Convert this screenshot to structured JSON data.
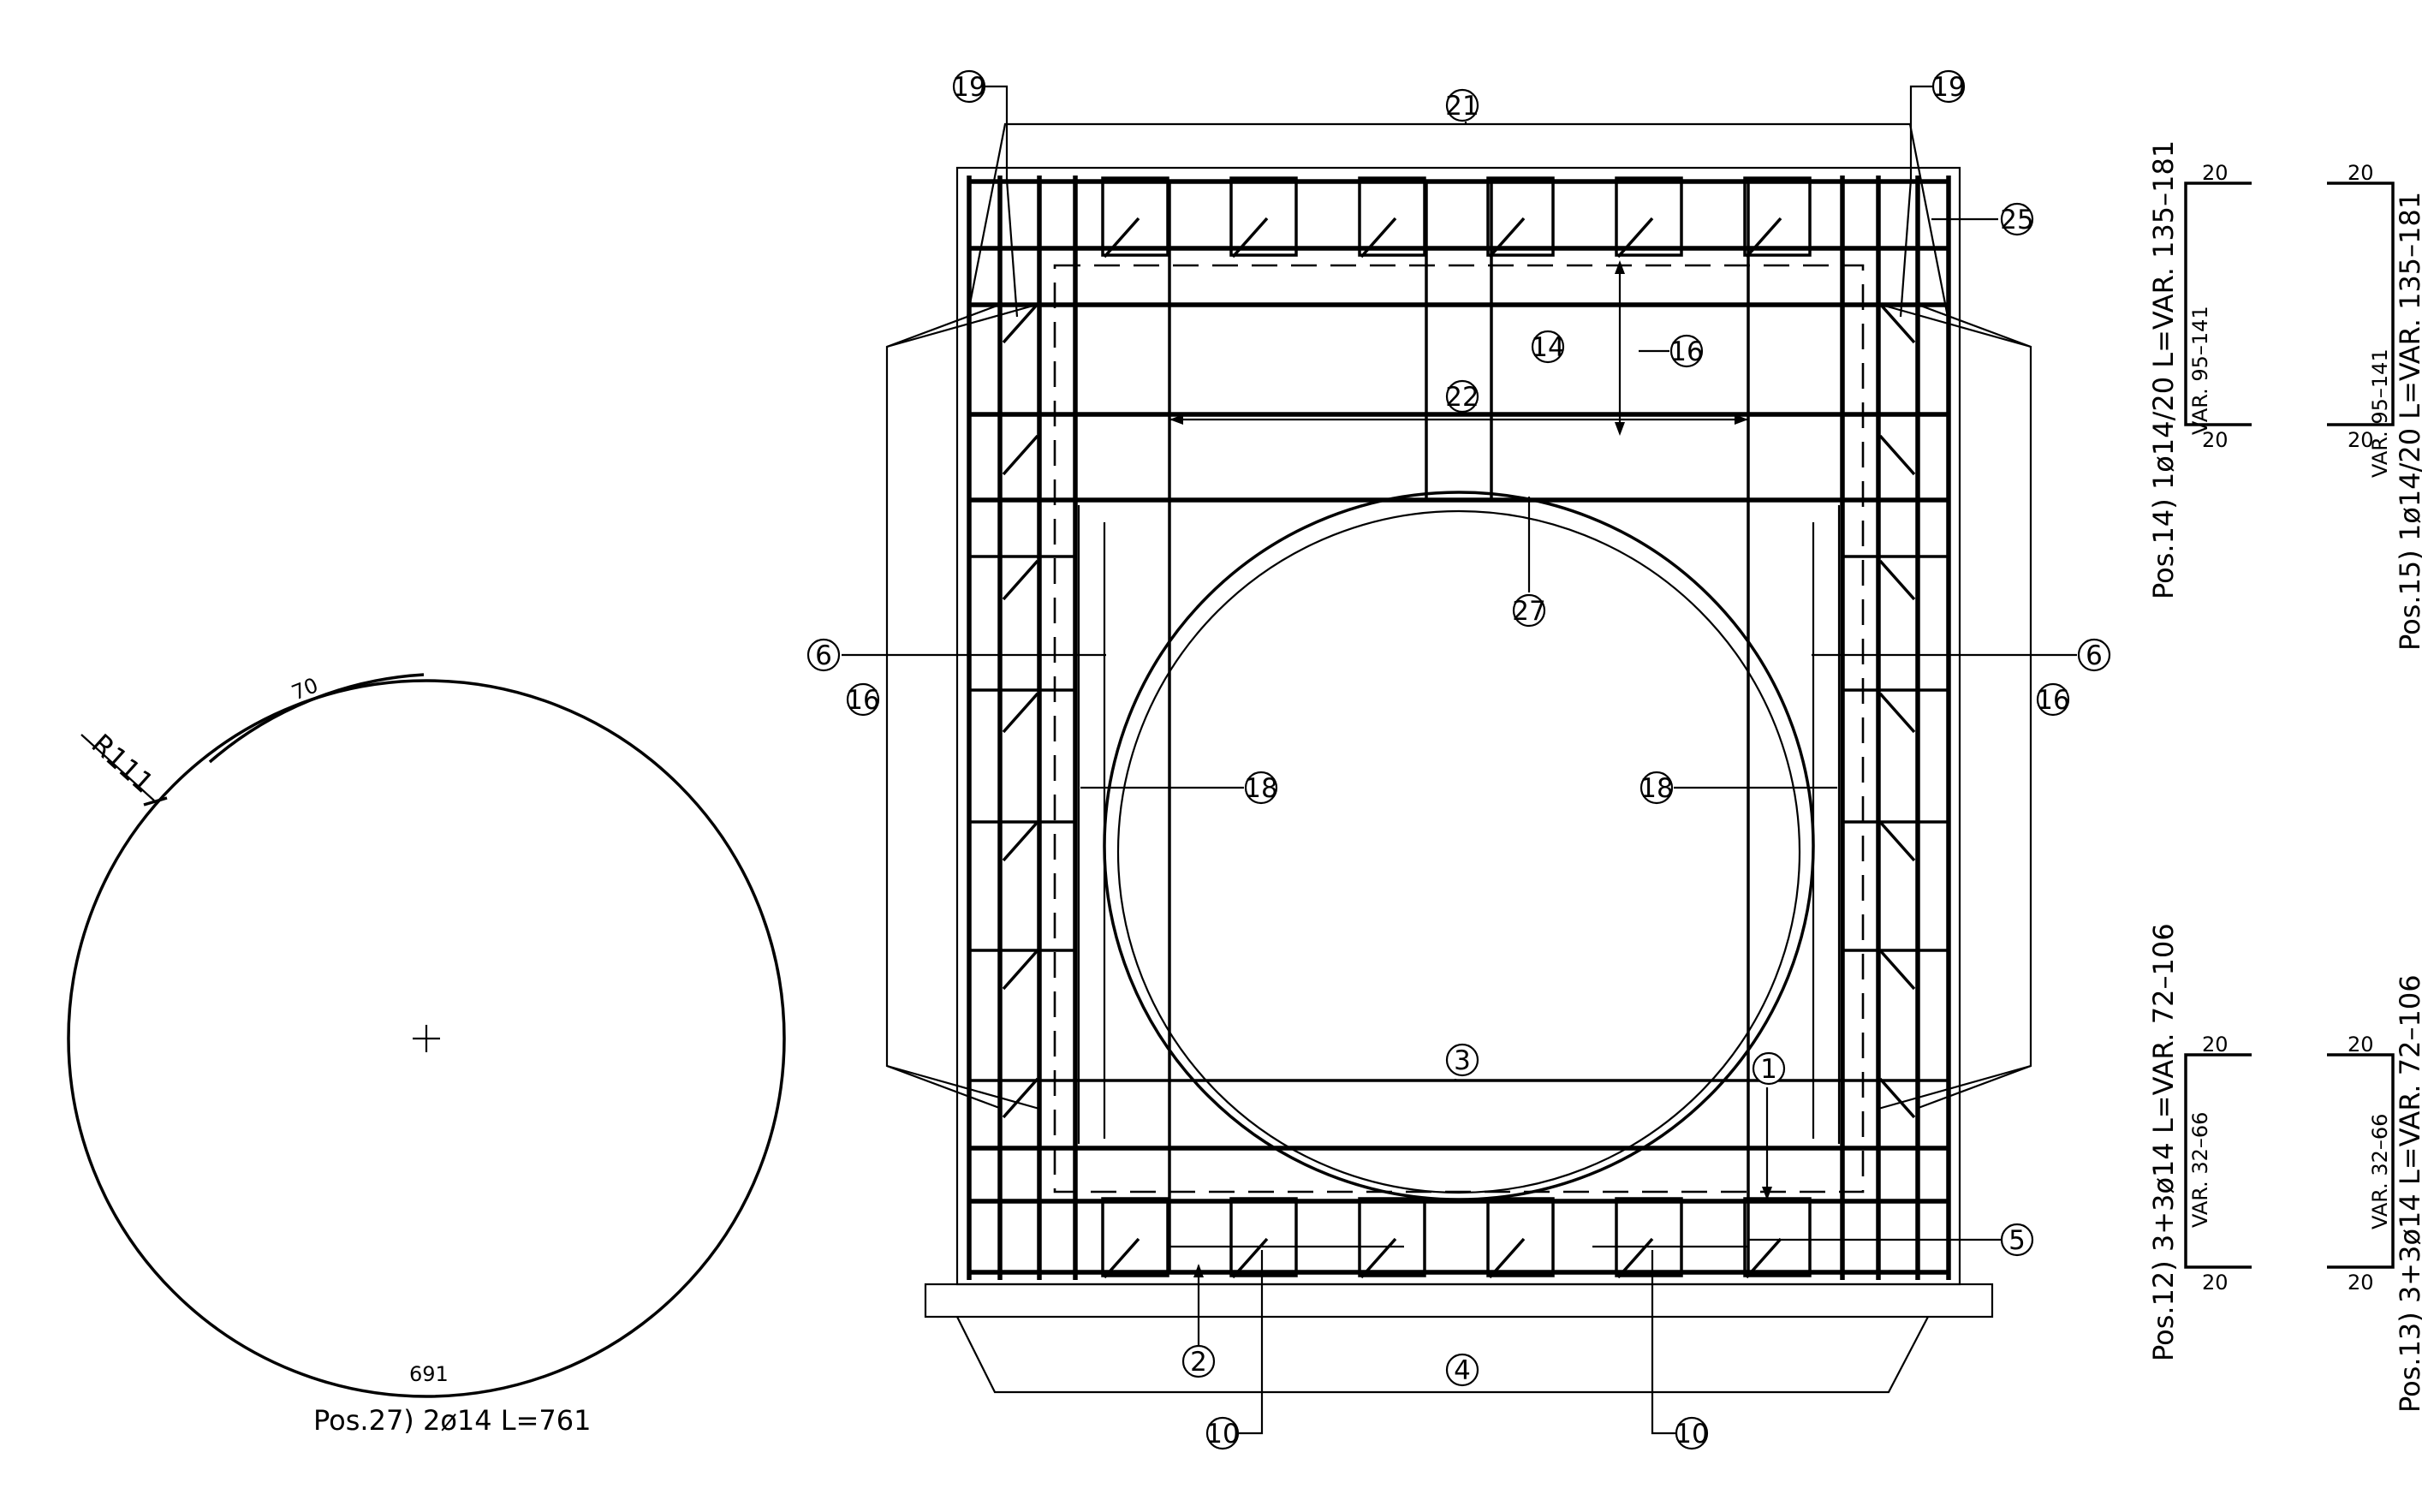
{
  "left_detail": {
    "radius_label": "R111",
    "arc_label": "70",
    "bottom_label": "691",
    "caption": "Pos.27)  2ø14  L=761"
  },
  "section": {
    "marks": {
      "m1": "1",
      "m2": "2",
      "m3": "3",
      "m4": "4",
      "m5": "5",
      "m6_left": "6",
      "m6_right": "6",
      "m10_left": "10",
      "m10_right": "10",
      "m14": "14",
      "m16_top": "16",
      "m16_left": "16",
      "m16_right": "16",
      "m18_left": "18",
      "m18_right": "18",
      "m19_left": "19",
      "m19_right": "19",
      "m21": "21",
      "m22": "22",
      "m25": "25",
      "m27": "27"
    }
  },
  "bar_details": {
    "pos14": {
      "caption": "Pos.14)  1ø14/20  L=VAR.  135–181",
      "var": "VAR.  95–141",
      "top": "20",
      "bottom": "20"
    },
    "pos15": {
      "caption": "Pos.15)  1ø14/20  L=VAR.  135–181",
      "var": "VAR.  95–141",
      "top": "20",
      "bottom": "20"
    },
    "pos12": {
      "caption": "Pos.12)  3+3ø14  L=VAR.  72–106",
      "var": "VAR.  32–66",
      "top": "20",
      "bottom": "20"
    },
    "pos13": {
      "caption": "Pos.13)  3+3ø14  L=VAR.  72–106",
      "var": "VAR.  32–66",
      "top": "20",
      "bottom": "20"
    }
  }
}
